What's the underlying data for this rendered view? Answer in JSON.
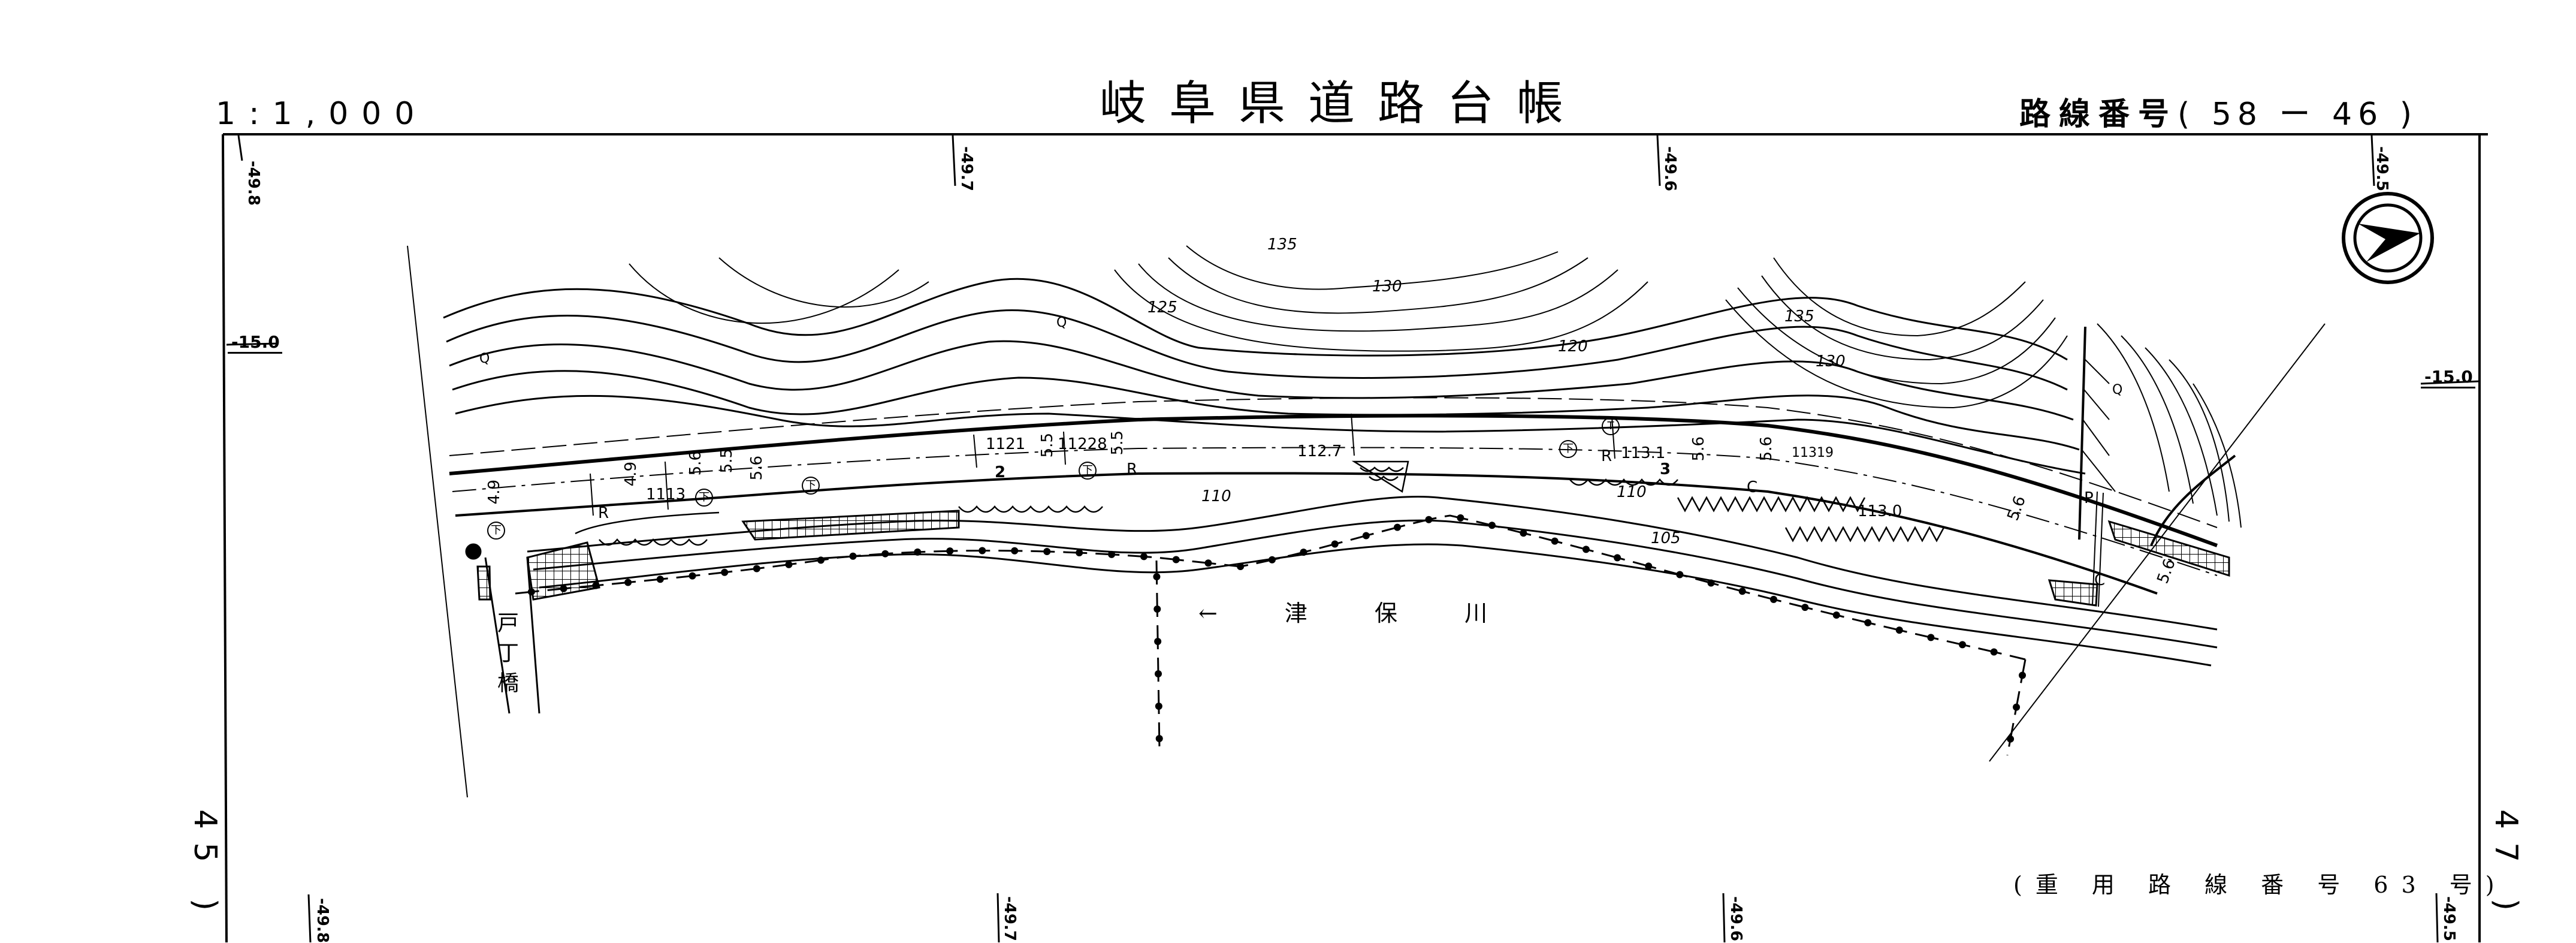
{
  "header": {
    "scale": "1:1,000",
    "title": "岐阜県道路台帳",
    "route_label": "路線番号",
    "route_number": "( 58 ー 46 )"
  },
  "adjacent_sheets": {
    "previous": "45 )",
    "next": "47 )"
  },
  "footer": {
    "shared_route": "(重 用 路 線 番 号 63 号)"
  },
  "grid": {
    "top_ticks": [
      "-49.8",
      "-49.7",
      "-49.6",
      "-49.5"
    ],
    "bottom_ticks": [
      "-49.8",
      "-49.7",
      "-49.6",
      "-49.5"
    ],
    "left_tick": "-15.0",
    "right_tick": "-15.0"
  },
  "north_arrow": {
    "icon": "north-arrow-icon",
    "direction": "east"
  },
  "places": {
    "river": "← 津 保 川",
    "bridge": "戸丁橋"
  },
  "contours": [
    "135",
    "130",
    "125",
    "120",
    "135",
    "130",
    "110",
    "110",
    "105"
  ],
  "elevations": [
    "1113",
    "1121",
    "11228",
    "112.7",
    "113.1",
    "11319",
    "113.0"
  ],
  "widths": [
    "4.9",
    "4.9",
    "5.6",
    "5.5",
    "5.5",
    "5.5",
    "5.6",
    "5.6",
    "5.6",
    "5.6",
    "5.6"
  ],
  "stations": [
    "2",
    "3"
  ],
  "symbols": {
    "sewer": "下",
    "telecom": "T",
    "retaining": "R",
    "curb": "C",
    "pole": "P",
    "benchmark": "Q"
  },
  "colors": {
    "ink": "#000000",
    "paper": "#ffffff"
  }
}
